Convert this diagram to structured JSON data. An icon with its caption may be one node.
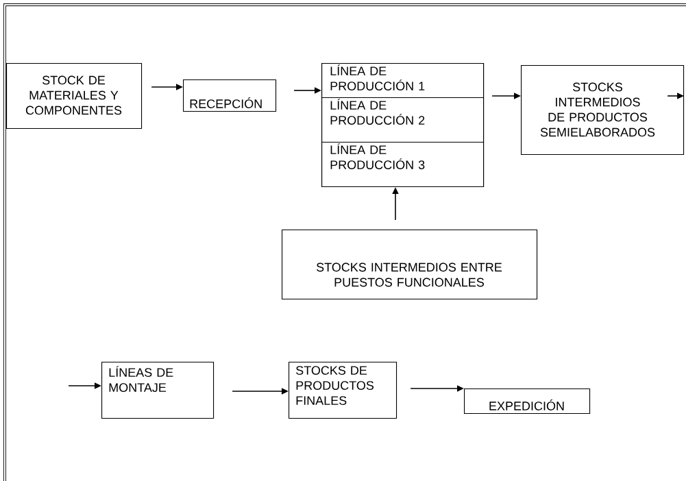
{
  "diagram": {
    "nodes": [
      {
        "text": [
          "STOCK DE MATERIALES Y COMPONENTES"
        ]
      },
      {
        "text": [
          "RECEPCIÓN"
        ]
      },
      {
        "text": [],
        "shape": "box"
      },
      {
        "text": [
          "LÍNEA DE PRODUCCIÓN 1"
        ],
        "in": 2
      },
      {
        "text": [
          "LÍNEA DE PRODUCCIÓN 2"
        ],
        "in": 2
      },
      {
        "text": [
          "LÍNEA DE PRODUCCIÓN 3"
        ],
        "in": 2
      },
      {
        "text": [
          "STOCKS INTERMEDIOS DE PRODUCTOS SEMIELABORADOS"
        ]
      },
      {
        "text": [
          "STOCKS INTERMEDIOS ENTRE PUESTOS FUNCIONALES"
        ]
      },
      {
        "text": [
          "LÍNEAS DE MONTAJE"
        ]
      },
      {
        "text": [
          "STOCKS DE PRODUCTOS FINALES"
        ]
      },
      {
        "text": [
          "EXPEDICIÓN"
        ]
      }
    ],
    "edges": [
      {
        "from": 0,
        "to": 1,
        "arrow": "to"
      },
      {
        "from": 1,
        "to": 2,
        "arrow": "to"
      },
      {
        "from": 2,
        "to": 6,
        "arrow": "to"
      },
      {
        "from": 6,
        "to": null,
        "arrow": "to"
      },
      {
        "from": 7,
        "to": 2,
        "arrow": "to"
      },
      {
        "from": null,
        "to": 8,
        "arrow": "to"
      },
      {
        "from": 8,
        "to": 9,
        "arrow": "to"
      },
      {
        "from": 9,
        "to": 10,
        "arrow": "to"
      }
    ]
  }
}
